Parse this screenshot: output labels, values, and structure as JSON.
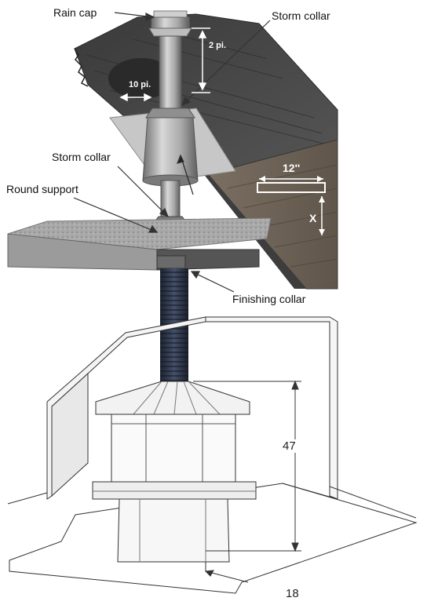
{
  "callouts": {
    "rain_cap": "Rain cap",
    "storm_collar_top": "Storm collar",
    "storm_collar_mid": "Storm collar",
    "round_support": "Round support",
    "finishing_collar": "Finishing collar"
  },
  "dimensions": {
    "pipe_above_roof": "2 pi.",
    "clearance_side": "10 pi.",
    "roof_run": "12''",
    "roof_rise": "X",
    "stove_height": "47",
    "floor_clearance": "18"
  },
  "colors": {
    "roof": "#4a4a4a",
    "roof_edge": "#7a7a7a",
    "pipe": "#9a9a9a",
    "insulation": "#b5b5b5",
    "stovepipe": "#2d3340",
    "line": "#333333"
  }
}
